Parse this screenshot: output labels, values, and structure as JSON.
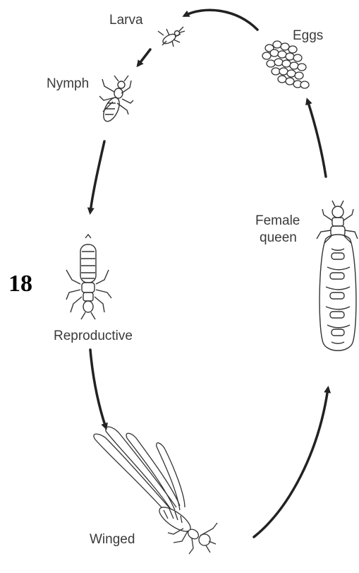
{
  "figure_number": "18",
  "stages": {
    "larva": "Larva",
    "nymph": "Nymph",
    "reproductive": "Reproductive",
    "winged": "Winged",
    "female_queen_line1": "Female",
    "female_queen_line2": "queen",
    "eggs": "Eggs"
  },
  "colors": {
    "ink": "#2a2a2a",
    "text": "#3a3a3a"
  }
}
